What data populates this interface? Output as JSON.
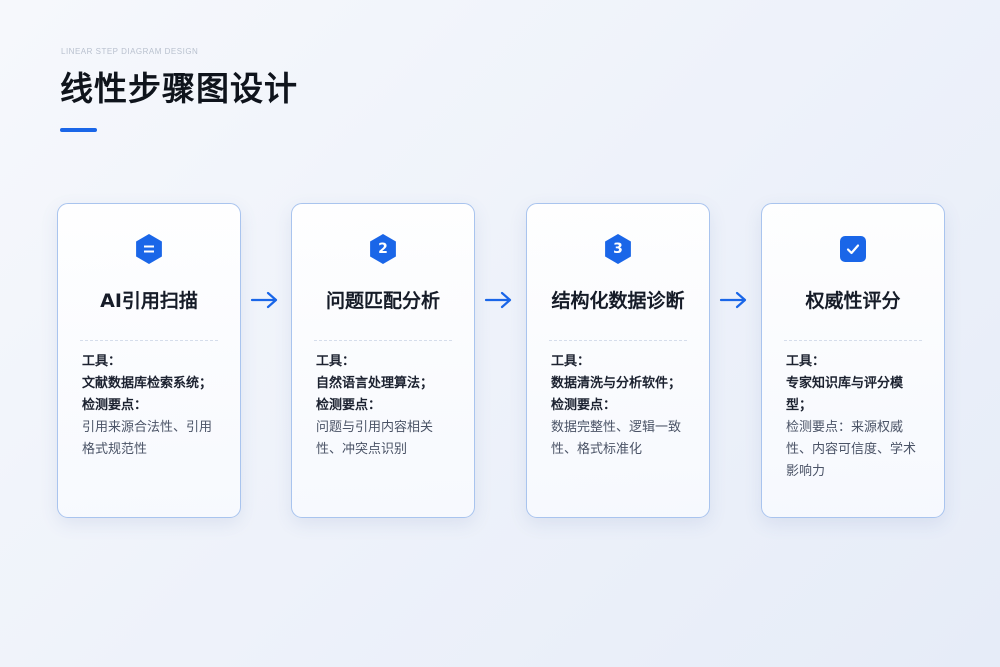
{
  "eyebrow": "LINEAR STEP DIAGRAM DESIGN",
  "title": "线性步骤图设计",
  "accent_color": "#1a66e8",
  "steps": [
    {
      "badge": "=",
      "badge_icon": "equals-icon",
      "title": "AI引用扫描",
      "tool_label": "工具：",
      "tool_value": "文献数据库检索系统；",
      "points_label": "检测要点：",
      "points_value": "引用来源合法性、引用格式规范性"
    },
    {
      "badge": "2",
      "title": "问题匹配分析",
      "tool_label": "工具：",
      "tool_value": "自然语言处理算法；",
      "points_label": "检测要点：",
      "points_value": "问题与引用内容相关性、冲突点识别"
    },
    {
      "badge": "3",
      "title": "结构化数据诊断",
      "tool_label": "工具：",
      "tool_value": "数据清洗与分析软件；",
      "points_label": "检测要点：",
      "points_value": "数据完整性、逻辑一致性、格式标准化"
    },
    {
      "badge": "",
      "badge_icon": "checkmark-icon",
      "title": "权威性评分",
      "tool_label": "工具：",
      "tool_value": "专家知识库与评分模型；",
      "points_label": "",
      "points_value": "检测要点：来源权威性、内容可信度、学术影响力"
    }
  ]
}
